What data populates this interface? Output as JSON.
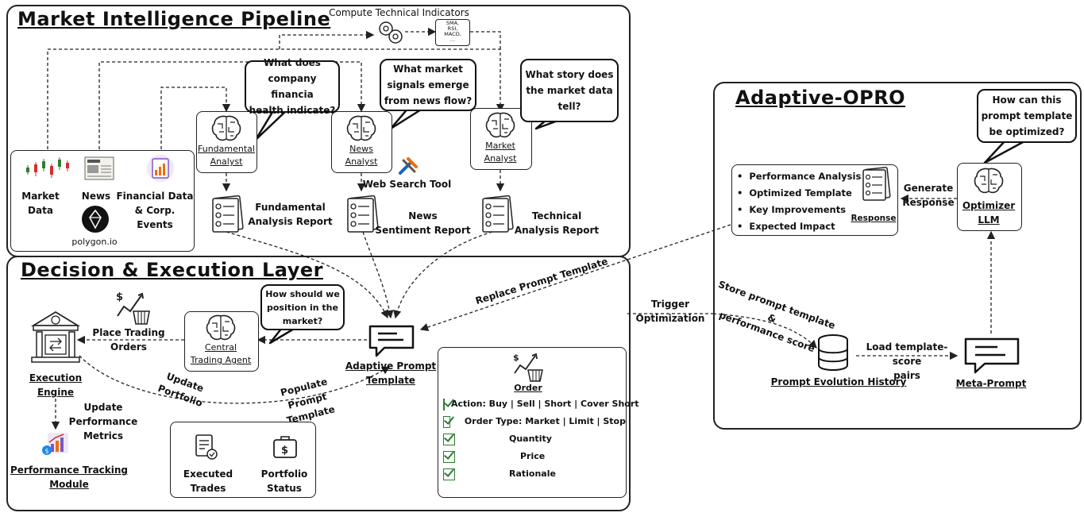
{
  "colors": {
    "line": "#222222",
    "accent_green": "#2e7d32",
    "candle_red": "#d32f2f",
    "candle_green": "#2e7d32"
  },
  "pipeline": {
    "title": "Market Intelligence Pipeline",
    "compute_label": "Compute Technical Indicators",
    "indicators": [
      "SMA,",
      "RSI,",
      "MACD,",
      "..."
    ],
    "sources": {
      "market_data": "Market\nData",
      "news": "News",
      "financial_data": "Financial Data\n& Corp. Events",
      "polygon": "polygon.io"
    },
    "analysts": {
      "fundamental": {
        "label": "Fundamental\nAnalyst",
        "question": "What does\ncompany financia\nhealth indicate?",
        "report": "Fundamental\nAnalysis Report"
      },
      "news": {
        "label": "News\nAnalyst",
        "question": "What market\nsignals emerge\nfrom news flow?",
        "report": "News\nSentiment Report"
      },
      "market": {
        "label": "Market\nAnalyst",
        "question": "What story does\nthe market data\ntell?",
        "report": "Technical\nAnalysis Report"
      }
    },
    "web_search": "Web Search Tool"
  },
  "decision": {
    "title": "Decision & Execution Layer",
    "execution_engine": "Execution\nEngine",
    "place_orders": "Place Trading\nOrders",
    "central_agent": "Central\nTrading Agent",
    "agent_question": "How should we\nposition in the\nmarket?",
    "adaptive_template": "Adaptive Prompt\nTemplate",
    "update_portfolio": "Update\nPortfolio",
    "populate_template": "Populate Prompt\nTemplate",
    "update_metrics": "Update\nPerformance\nMetrics",
    "performance_module": "Performance Tracking\nModule",
    "executed_trades": "Executed\nTrades",
    "portfolio_status": "Portfolio\nStatus",
    "order": {
      "title": "Order",
      "items": [
        "Action: Buy | Sell | Short | Cover Short",
        "Order Type: Market | Limit | Stop",
        "Quantity",
        "Price",
        "Rationale"
      ]
    }
  },
  "opro": {
    "title": "Adaptive-OPRO",
    "question": "How can this\nprompt template\nbe optimized?",
    "response_items": [
      "Performance Analysis",
      "Optimized Template",
      "Key Improvements",
      "Expected Impact"
    ],
    "response_label": "Response",
    "generate_response": "Generate\nResponse",
    "optimizer": "Optimizer\nLLM",
    "history": "Prompt Evolution History",
    "meta_prompt": "Meta-Prompt",
    "load_pairs": "Load template-score\npairs",
    "store_label": "Store prompt template &\nperformance score"
  },
  "links": {
    "trigger": "Trigger\nOptimization",
    "replace": "Replace Prompt Template"
  }
}
